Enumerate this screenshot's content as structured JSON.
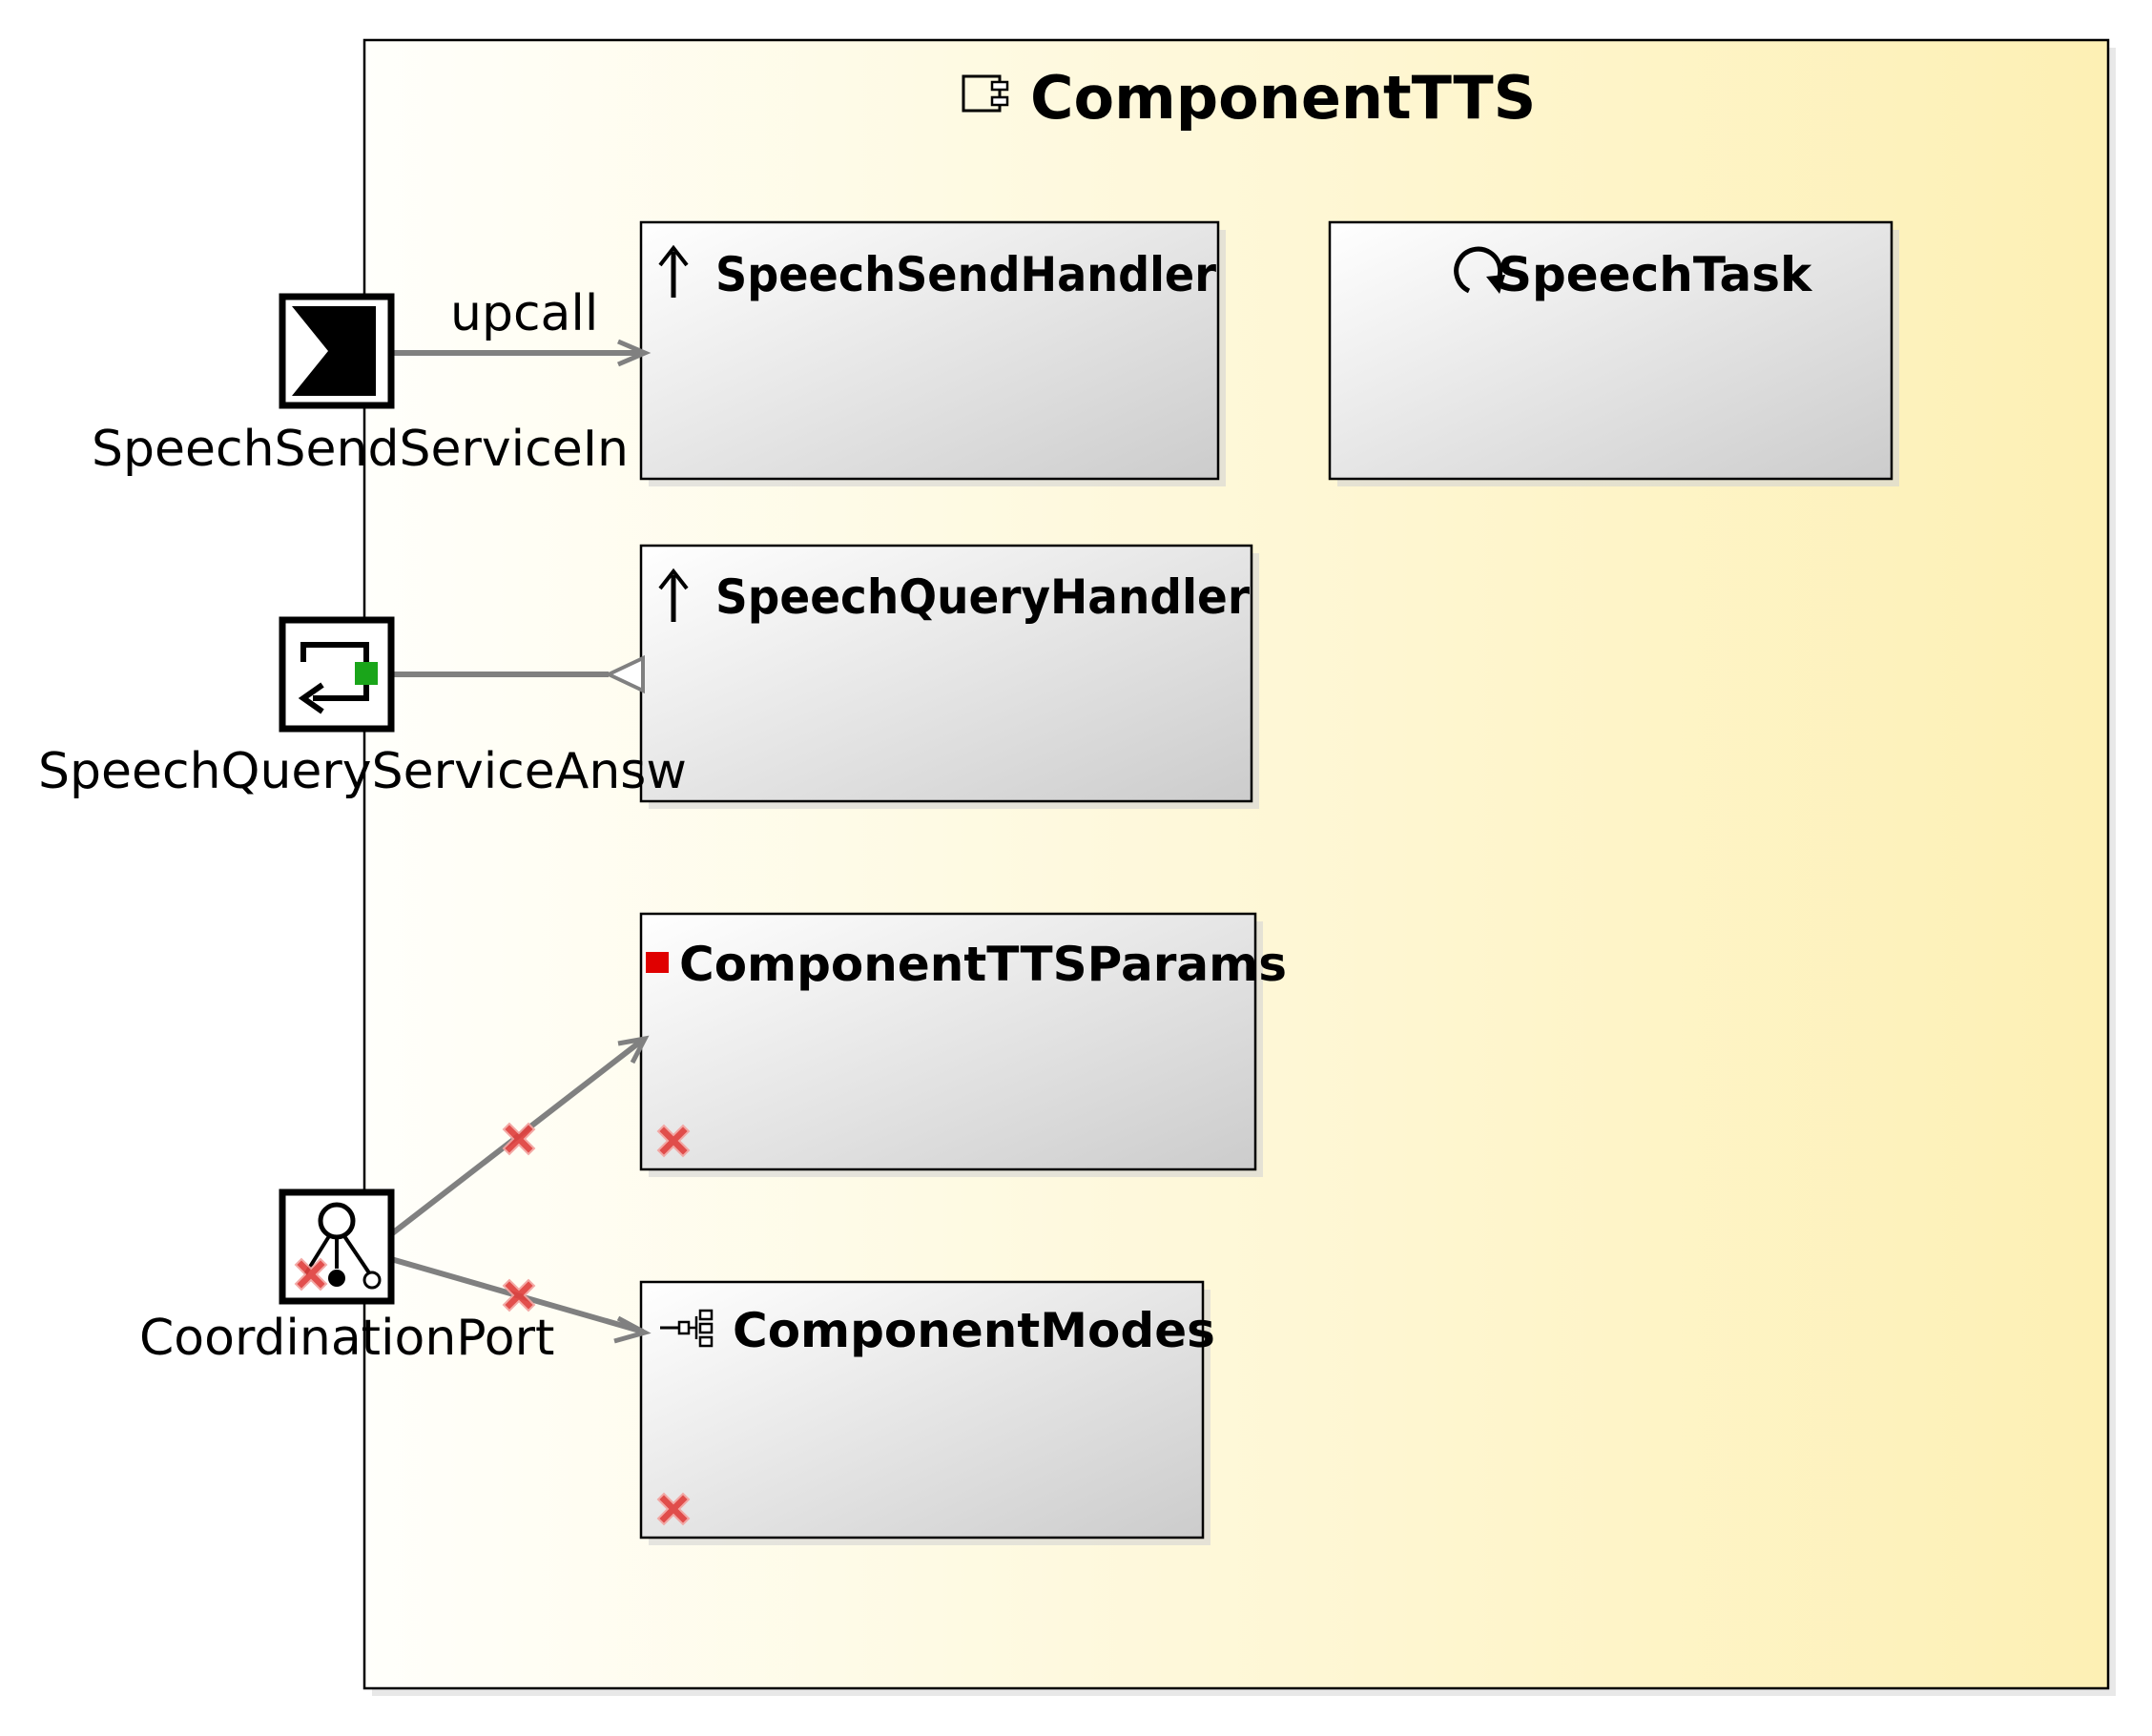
{
  "component": {
    "title": "ComponentTTS",
    "icon": "component-icon"
  },
  "elements": {
    "speech_send_handler": {
      "label": "SpeechSendHandler",
      "icon": "upcall-arrow-icon"
    },
    "speech_task": {
      "label": "SpeechTask",
      "icon": "task-cycle-icon"
    },
    "speech_query_handler": {
      "label": "SpeechQueryHandler",
      "icon": "upcall-arrow-icon"
    },
    "component_tts_params": {
      "label": "ComponentTTSParams",
      "icon": "params-red-square-icon",
      "error": true
    },
    "component_modes": {
      "label": "ComponentModes",
      "icon": "modes-tree-icon",
      "error": true
    }
  },
  "ports": {
    "speech_send_service_in": {
      "label": "SpeechSendServiceIn",
      "icon": "send-port-icon"
    },
    "speech_query_service_answ": {
      "label": "SpeechQueryServiceAnsw",
      "icon": "query-answer-port-icon"
    },
    "coordination_port": {
      "label": "CoordinationPort",
      "icon": "coordination-port-icon",
      "error": true
    }
  },
  "connections": {
    "upcall": {
      "label": "upcall"
    }
  },
  "colors": {
    "container_gradient_start": "#fffffb",
    "container_gradient_end": "#fdf0b4",
    "box_gradient_start": "#ffffff",
    "box_gradient_end": "#cfcfcf",
    "connector": "#808080",
    "error": "#e0413e",
    "port_indicator": "#1aa51a",
    "params_marker": "#e00000"
  }
}
